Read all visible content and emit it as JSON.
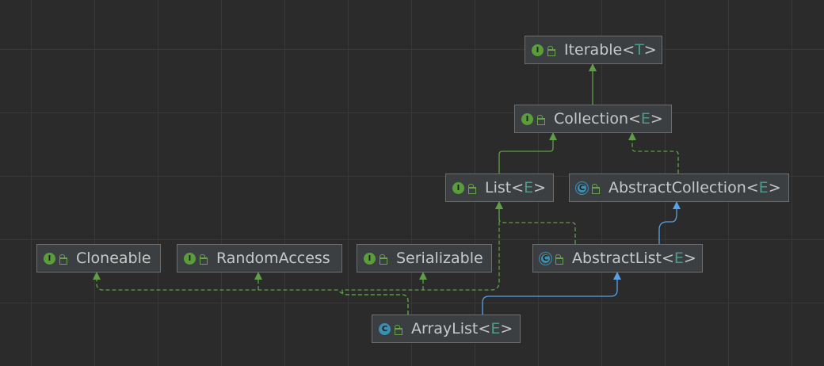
{
  "colors": {
    "background": "#2b2b2b",
    "node_fill": "#3c3f41",
    "node_border": "#6e6e6e",
    "text": "#c8c8c8",
    "type_param": "#4e9a8a",
    "interface_badge": "#5a9e3a",
    "class_badge": "#3d8fb0",
    "extends_line": "#5f9e46",
    "implements_dashed": "#5f9e46",
    "class_extends_line": "#5aa0e6"
  },
  "nodes": [
    {
      "id": "iterable",
      "name": "Iterable",
      "type_param": "T",
      "kind": "interface",
      "badge_letter": "I",
      "icon": "interface-icon"
    },
    {
      "id": "collection",
      "name": "Collection",
      "type_param": "E",
      "kind": "interface",
      "badge_letter": "I",
      "icon": "interface-icon"
    },
    {
      "id": "list",
      "name": "List",
      "type_param": "E",
      "kind": "interface",
      "badge_letter": "I",
      "icon": "interface-icon"
    },
    {
      "id": "abstractcollection",
      "name": "AbstractCollection",
      "type_param": "E",
      "kind": "abstract",
      "badge_letter": "C",
      "icon": "abstract-class-icon"
    },
    {
      "id": "cloneable",
      "name": "Cloneable",
      "type_param": "",
      "kind": "interface",
      "badge_letter": "I",
      "icon": "interface-icon"
    },
    {
      "id": "randomaccess",
      "name": "RandomAccess",
      "type_param": "",
      "kind": "interface",
      "badge_letter": "I",
      "icon": "interface-icon"
    },
    {
      "id": "serializable",
      "name": "Serializable",
      "type_param": "",
      "kind": "interface",
      "badge_letter": "I",
      "icon": "interface-icon"
    },
    {
      "id": "abstractlist",
      "name": "AbstractList",
      "type_param": "E",
      "kind": "abstract",
      "badge_letter": "C",
      "icon": "abstract-class-icon"
    },
    {
      "id": "arraylist",
      "name": "ArrayList",
      "type_param": "E",
      "kind": "class",
      "badge_letter": "C",
      "icon": "class-icon"
    }
  ],
  "edges": [
    {
      "from": "collection",
      "to": "iterable",
      "style": "extends"
    },
    {
      "from": "list",
      "to": "collection",
      "style": "extends"
    },
    {
      "from": "abstractcollection",
      "to": "collection",
      "style": "implements"
    },
    {
      "from": "abstractlist",
      "to": "list",
      "style": "implements"
    },
    {
      "from": "abstractlist",
      "to": "abstractcollection",
      "style": "class-extends"
    },
    {
      "from": "arraylist",
      "to": "abstractlist",
      "style": "class-extends"
    },
    {
      "from": "arraylist",
      "to": "list",
      "style": "implements"
    },
    {
      "from": "arraylist",
      "to": "cloneable",
      "style": "implements"
    },
    {
      "from": "arraylist",
      "to": "randomaccess",
      "style": "implements"
    },
    {
      "from": "arraylist",
      "to": "serializable",
      "style": "implements"
    }
  ]
}
